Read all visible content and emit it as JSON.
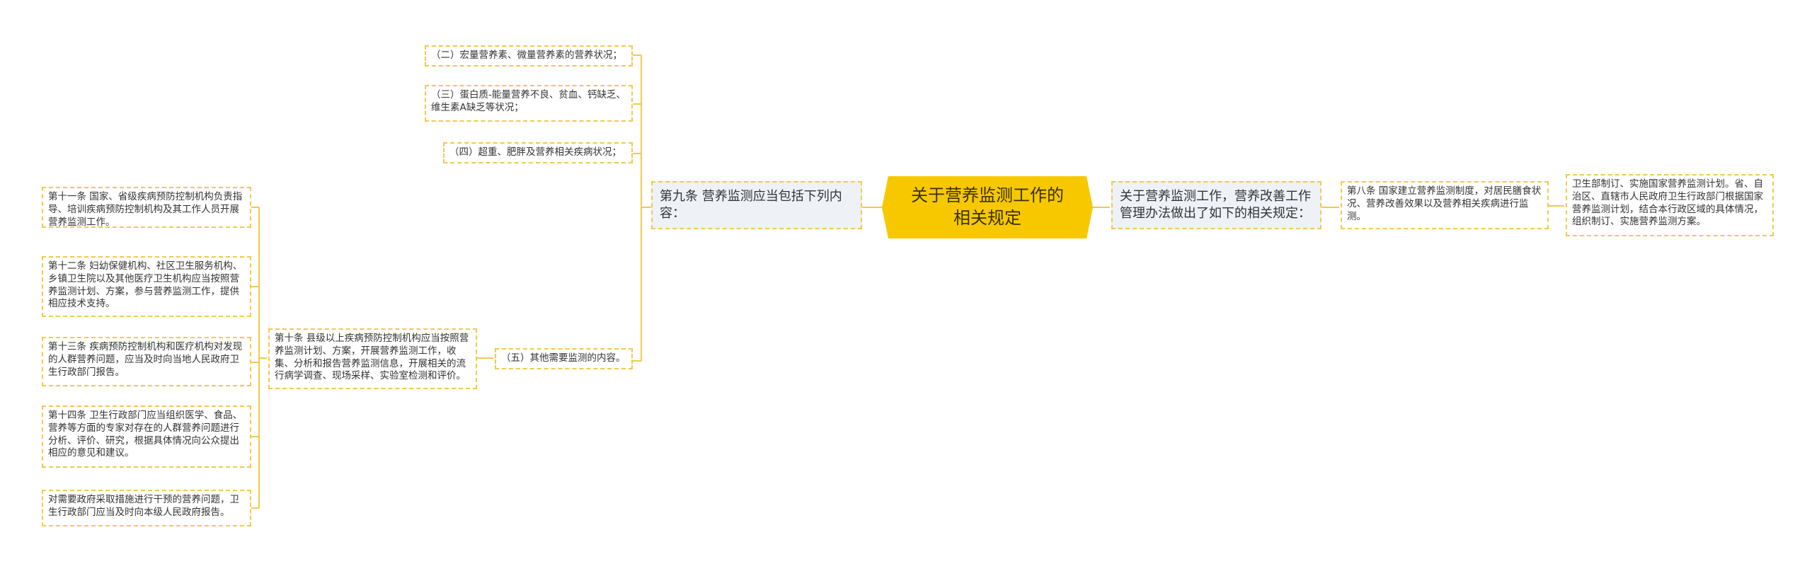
{
  "root": {
    "label": "关于营养监测工作的相关规定"
  },
  "right": {
    "branch": "关于营养监测工作，营养改善工作管理办法做出了如下的相关规定：",
    "art8": "第八条 国家建立营养监测制度，对居民膳食状况、营养改善效果以及营养相关疾病进行监测。",
    "art8_detail": "卫生部制订、实施国家营养监测计划。省、自治区、直辖市人民政府卫生行政部门根据国家营养监测计划，结合本行政区域的具体情况，组织制订、实施营养监测方案。"
  },
  "left": {
    "art9": "第九条 营养监测应当包括下列内容：",
    "items": [
      "（二）宏量营养素、微量营养素的营养状况；",
      "（三）蛋白质-能量营养不良、贫血、钙缺乏、维生素A缺乏等状况；",
      "（四）超重、肥胖及营养相关疾病状况；",
      "（五）其他需要监测的内容。"
    ],
    "art10": "第十条 县级以上疾病预防控制机构应当按照营养监测计划、方案，开展营养监测工作，收集、分析和报告营养监测信息，开展相关的流行病学调查、现场采样、实验室检测和评价。",
    "sub": [
      "第十一条 国家、省级疾病预防控制机构负责指导、培训疾病预防控制机构及其工作人员开展营养监测工作。",
      "第十二条 妇幼保健机构、社区卫生服务机构、乡镇卫生院以及其他医疗卫生机构应当按照营养监测计划、方案，参与营养监测工作，提供相应技术支持。",
      "第十三条 疾病预防控制机构和医疗机构对发现的人群营养问题，应当及时向当地人民政府卫生行政部门报告。",
      "第十四条 卫生行政部门应当组织医学、食品、营养等方面的专家对存在的人群营养问题进行分析、评价、研究，根据具体情况向公众提出相应的意见和建议。",
      "对需要政府采取措施进行干预的营养问题，卫生行政部门应当及时向本级人民政府报告。"
    ]
  }
}
